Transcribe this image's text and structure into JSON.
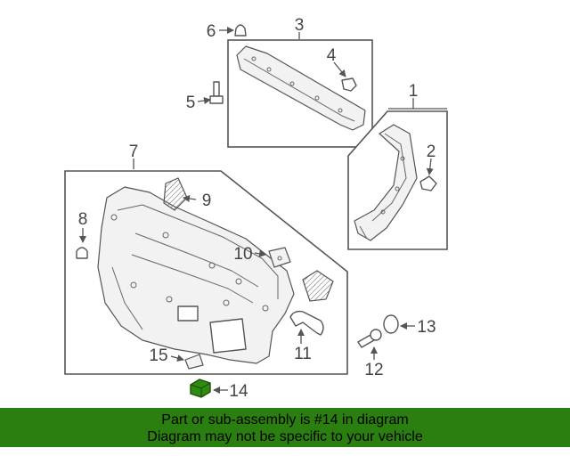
{
  "callouts": {
    "c1": "1",
    "c2": "2",
    "c3": "3",
    "c4": "4",
    "c5": "5",
    "c6": "6",
    "c7": "7",
    "c8": "8",
    "c9": "9",
    "c10": "10",
    "c11": "11",
    "c12": "12",
    "c13": "13",
    "c14": "14",
    "c15": "15"
  },
  "highlighted_part": "14",
  "colors": {
    "banner": "#2b7e10",
    "highlight": "#2e8b12",
    "line": "#555555"
  },
  "banner": {
    "line1": "Part or sub-assembly is #14 in diagram",
    "line2": "Diagram may not be specific to your vehicle"
  }
}
